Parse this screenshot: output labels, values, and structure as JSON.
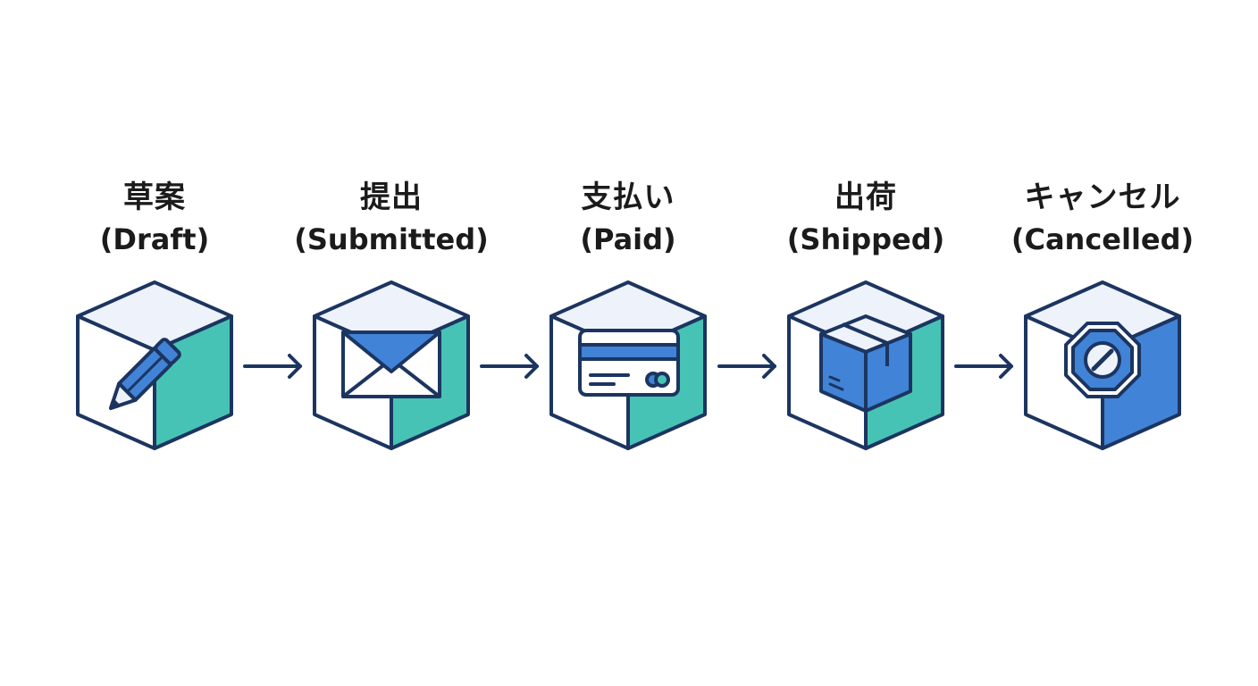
{
  "colors": {
    "stroke": "#1c3560",
    "top_face": "#eef2fa",
    "left_face": "#ffffff",
    "teal": "#46c3b5",
    "blue": "#4183d7",
    "light": "#eef2fa",
    "text": "#1b1b1b"
  },
  "stages": [
    {
      "jp": "草案",
      "en": "(Draft)",
      "icon": "pencil-icon",
      "right_color": "teal"
    },
    {
      "jp": "提出",
      "en": "(Submitted)",
      "icon": "envelope-icon",
      "right_color": "teal"
    },
    {
      "jp": "支払い",
      "en": "(Paid)",
      "icon": "credit-card-icon",
      "right_color": "teal"
    },
    {
      "jp": "出荷",
      "en": "(Shipped)",
      "icon": "package-box-icon",
      "right_color": "teal"
    },
    {
      "jp": "キャンセル",
      "en": "(Cancelled)",
      "icon": "stop-sign-icon",
      "right_color": "blue"
    }
  ],
  "arrows": [
    "arrow-right-icon",
    "arrow-right-icon",
    "arrow-right-icon",
    "arrow-right-icon"
  ]
}
